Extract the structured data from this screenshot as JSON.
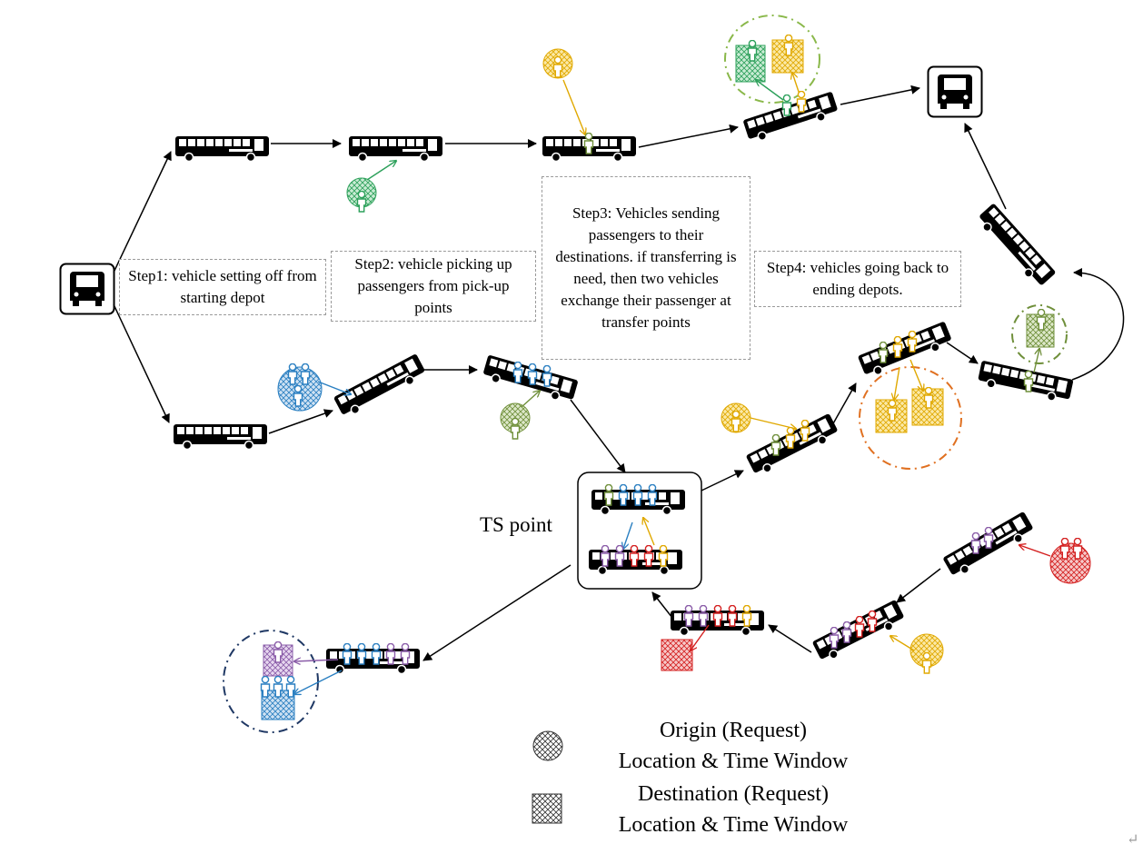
{
  "steps": {
    "step1": "Step1: vehicle setting off from starting depot",
    "step2": "Step2: vehicle picking up passengers from pick-up points",
    "step3": "Step3: Vehicles sending passengers to their destinations. if transferring is need, then two vehicles exchange their passenger at transfer points",
    "step4": "Step4: vehicles going back to ending depots."
  },
  "ts_label": "TS point",
  "legend": {
    "origin": "Origin (Request)\nLocation & Time Window",
    "destination": "Destination (Request)\nLocation & Time Window"
  },
  "corner_mark": "↵",
  "colors": {
    "green": "#2ca05a",
    "olive": "#6f8f3a",
    "yellow": "#e6b422",
    "blue": "#2a7fc1",
    "purple": "#8a5ca8",
    "red": "#d42020",
    "orange": "#e07020",
    "navy": "#1f3864",
    "lightgreen": "#8ab84a"
  }
}
